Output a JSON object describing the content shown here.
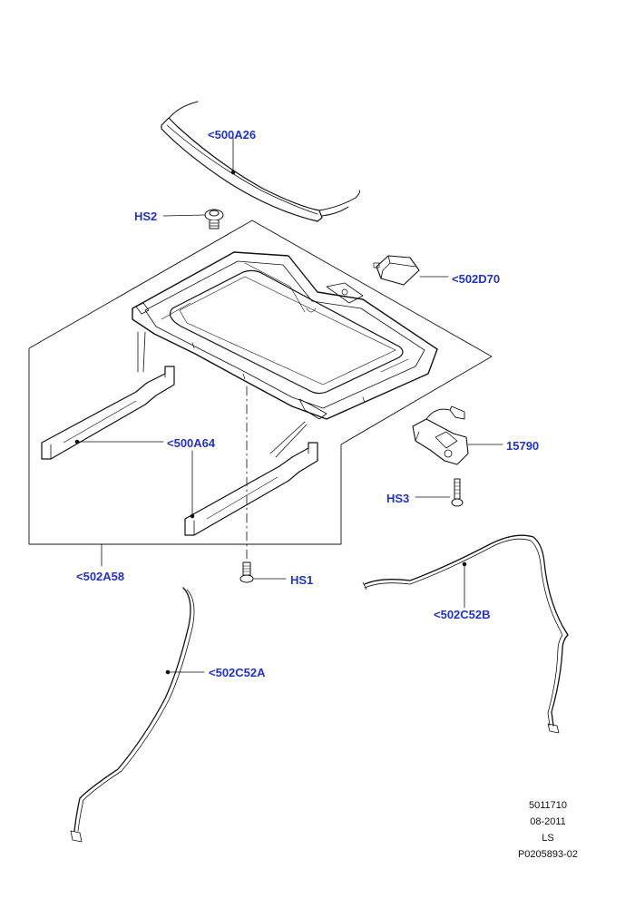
{
  "colors": {
    "callout": "#2233cc",
    "line_art": "#111111",
    "background": "#ffffff"
  },
  "callouts": {
    "a26": "<500A26",
    "hs2": "HS2",
    "d70": "<502D70",
    "a64": "<500A64",
    "n15790": "15790",
    "hs3": "HS3",
    "a58": "<502A58",
    "hs1": "HS1",
    "c52b": "<502C52B",
    "c52a": "<502C52A"
  },
  "footer": {
    "code": "5011710",
    "date": "08-2011",
    "series": "LS",
    "plate": "P0205893-02"
  }
}
